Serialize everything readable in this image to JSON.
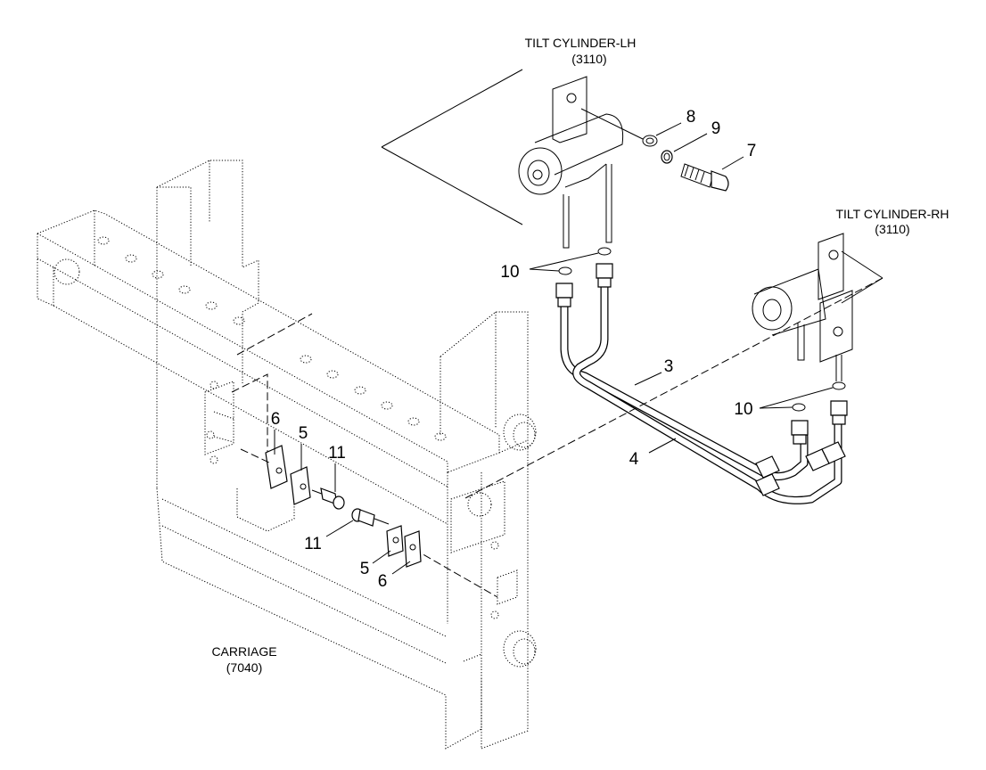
{
  "labels": {
    "tilt_lh_name": "TILT CYLINDER-LH",
    "tilt_lh_code": "(3110)",
    "tilt_rh_name": "TILT CYLINDER-RH",
    "tilt_rh_code": "(3110)",
    "carriage_name": "CARRIAGE",
    "carriage_code": "(7040)"
  },
  "callouts": {
    "c8": "8",
    "c9": "9",
    "c7": "7",
    "c10_upper": "10",
    "c10_lower": "10",
    "c3": "3",
    "c4": "4",
    "c6_upper": "6",
    "c5_upper": "5",
    "c11_upper": "11",
    "c11_lower": "11",
    "c5_lower": "5",
    "c6_lower": "6"
  }
}
